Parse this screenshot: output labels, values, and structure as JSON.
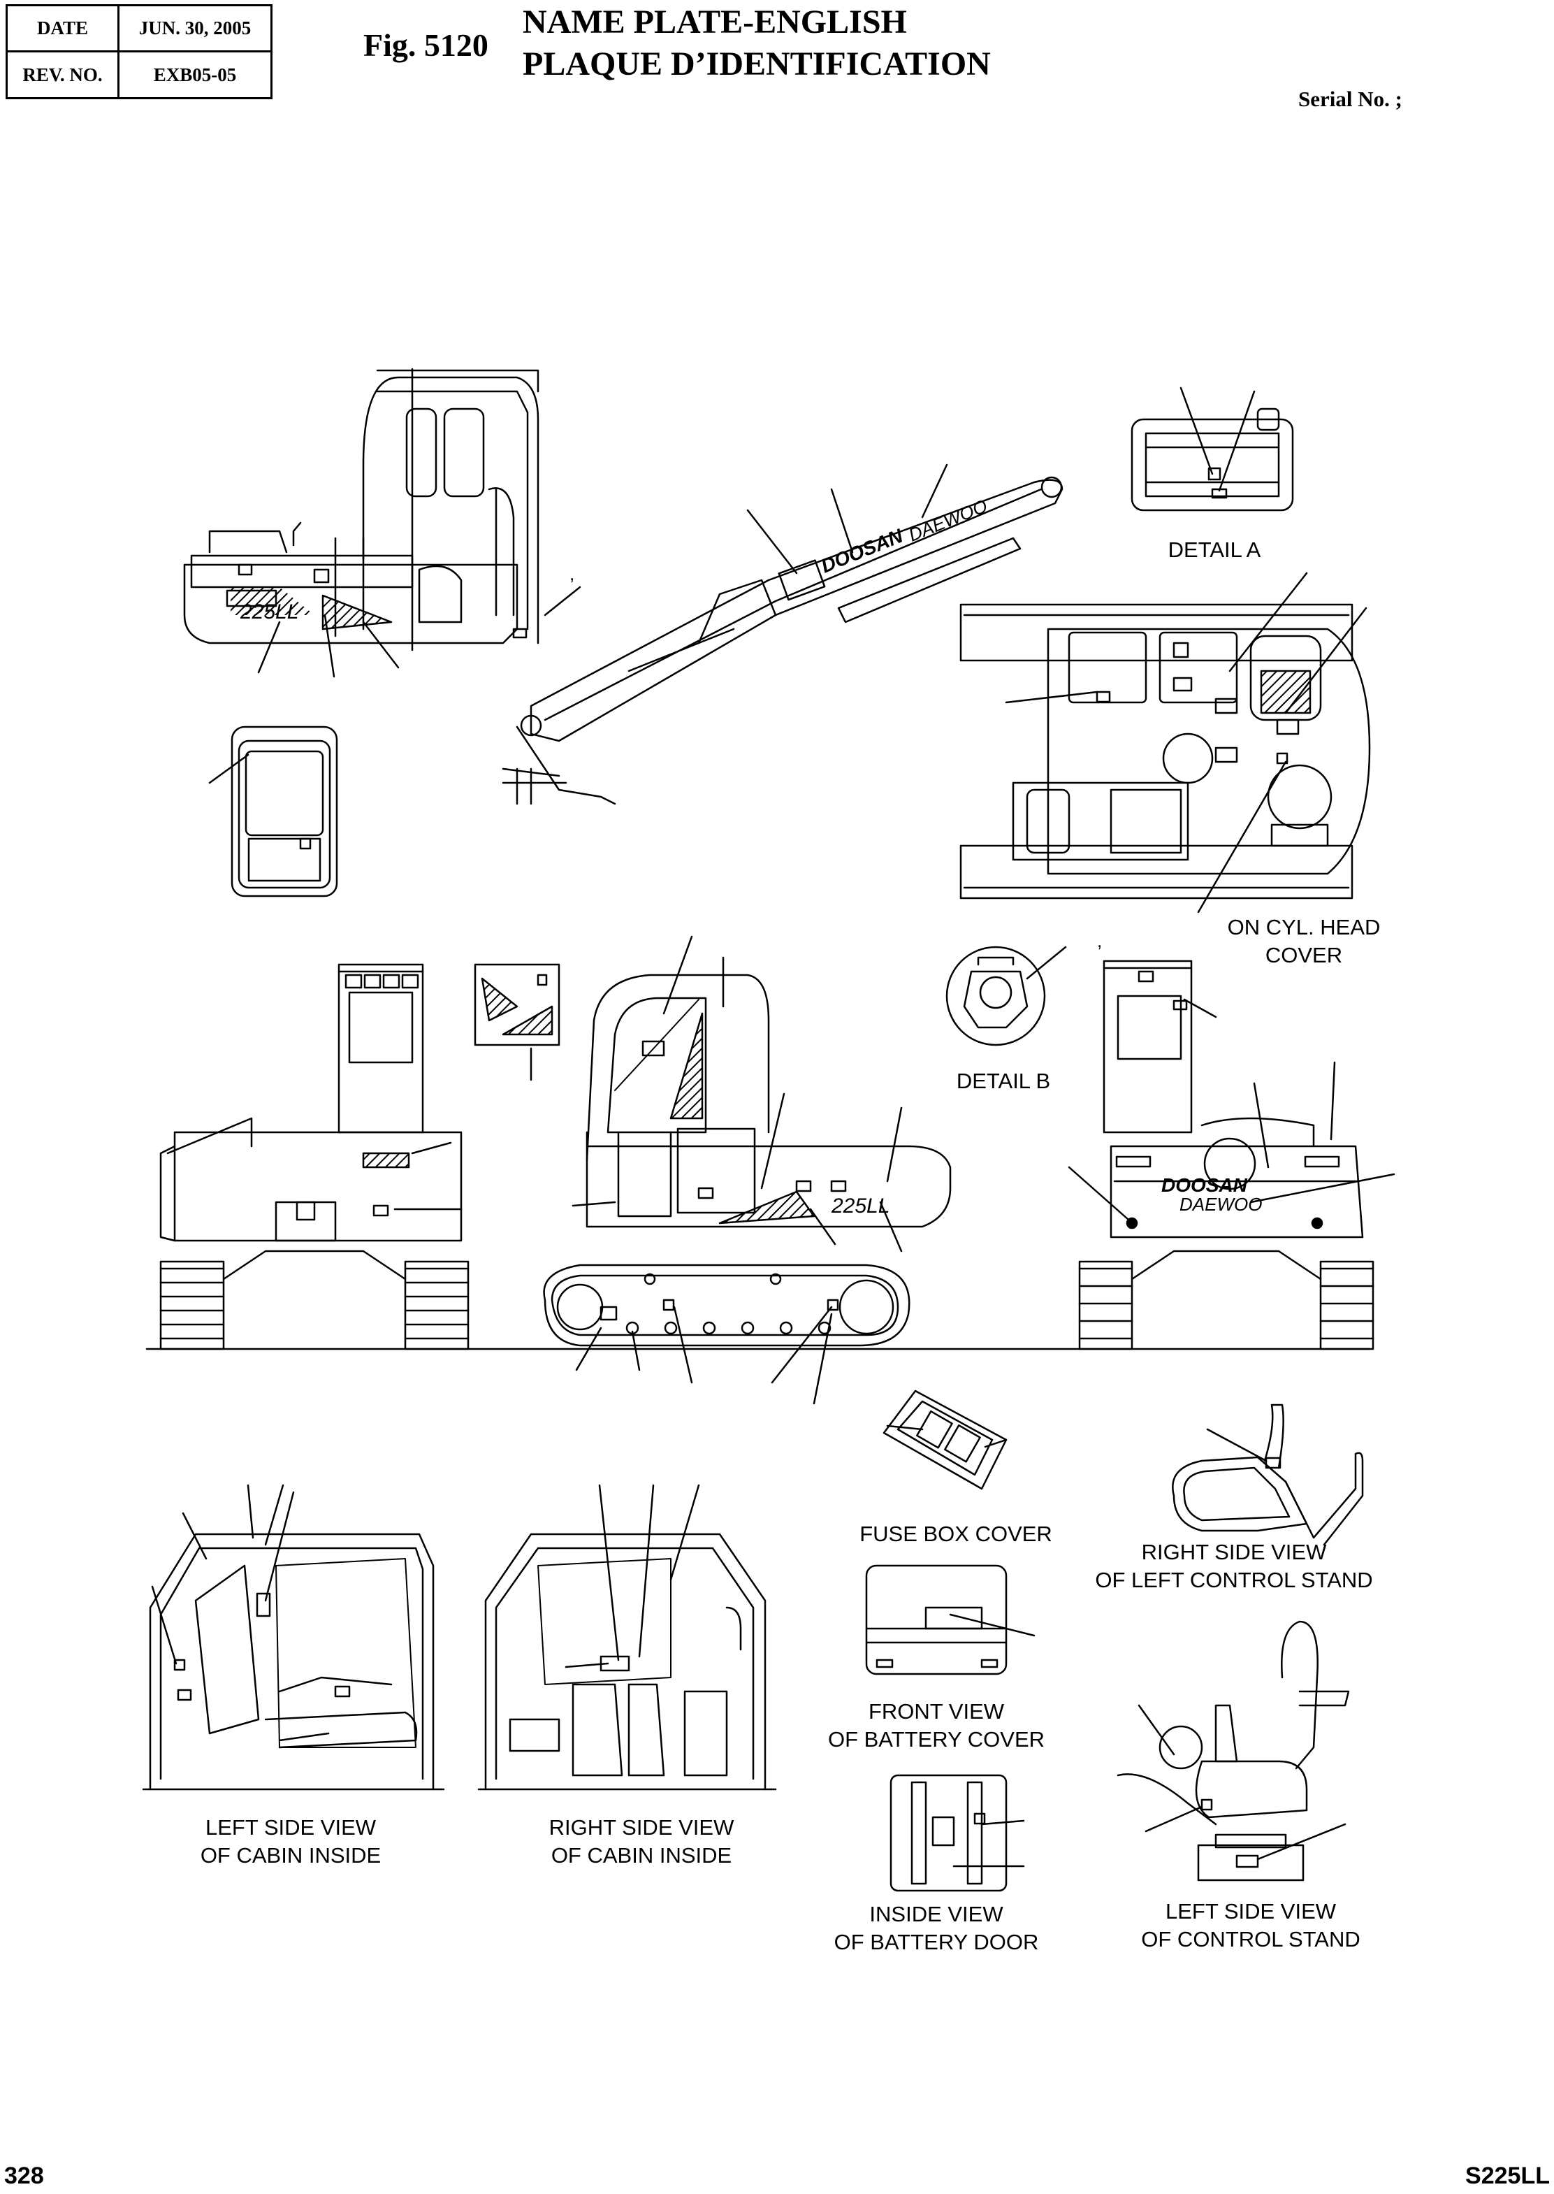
{
  "header": {
    "date_label": "DATE",
    "date_value": "JUN. 30, 2005",
    "rev_label": "REV. NO.",
    "rev_value": "EXB05-05"
  },
  "figure": {
    "number": "Fig. 5120",
    "title_en": "NAME PLATE-ENGLISH",
    "title_fr": "PLAQUE D’IDENTIFICATION",
    "serial": "Serial No. ;"
  },
  "captions": {
    "detail_a": "DETAIL A",
    "cyl_head_1": "ON CYL. HEAD",
    "cyl_head_2": "COVER",
    "detail_b": "DETAIL B",
    "fuse_box": "FUSE BOX COVER",
    "right_stand_1": "RIGHT SIDE VIEW",
    "right_stand_2": "OF LEFT CONTROL STAND",
    "battery_cover_1": "FRONT VIEW",
    "battery_cover_2": "OF BATTERY COVER",
    "left_cabin_1": "LEFT SIDE VIEW",
    "left_cabin_2": "OF CABIN INSIDE",
    "right_cabin_1": "RIGHT SIDE VIEW",
    "right_cabin_2": "OF CABIN INSIDE",
    "battery_door_1": "INSIDE VIEW",
    "battery_door_2": "OF BATTERY DOOR",
    "left_stand_1": "LEFT SIDE VIEW",
    "left_stand_2": "OF CONTROL STAND"
  },
  "decals": {
    "model": "225LL",
    "brand1": "DOOSAN",
    "brand2": "DAEWOO"
  },
  "footer": {
    "page": "328",
    "model": "S225LL"
  }
}
